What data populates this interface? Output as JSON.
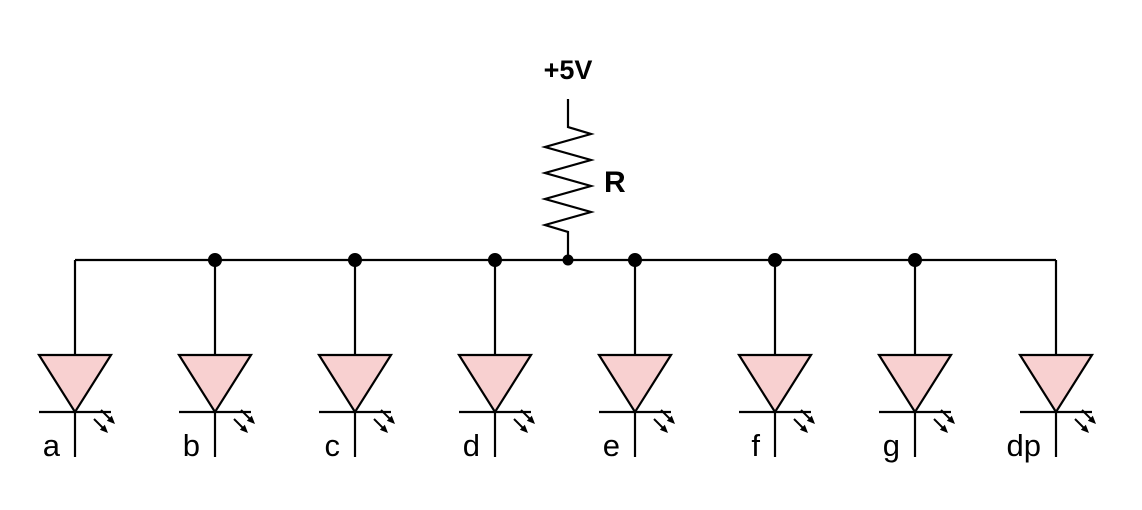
{
  "diagram": {
    "supply_label": "+5V",
    "resistor_label": "R",
    "led_labels": [
      "a",
      "b",
      "c",
      "d",
      "e",
      "f",
      "g",
      "dp"
    ]
  },
  "colors": {
    "background": "#ffffff",
    "wire": "#000000",
    "led_fill": "#f8d0d0"
  }
}
